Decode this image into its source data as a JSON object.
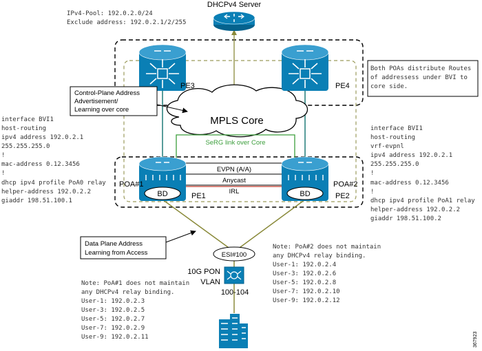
{
  "dhcp_server_label": "DHCPv4 Server",
  "pool_lines": [
    "IPv4-Pool: 192.0.2.0/24",
    "Exclude address: 192.0.2.1/2/255"
  ],
  "note_routes_lines": [
    "Both POAs distribute Routes",
    "of addressess under BVI to",
    "core side."
  ],
  "control_plane_lines": [
    "Control-Plane Address",
    "Advertisement/",
    "Learning over core"
  ],
  "data_plane_lines": [
    "Data Plane Address",
    "Learning from Access"
  ],
  "mpls_label": "MPLS Core",
  "serg_label": "SeRG link over Core",
  "evpn_label": "EVPN (A/A)",
  "anycast_label": "Anycast",
  "irl_label": "IRL",
  "pe_labels": {
    "pe3": "PE3",
    "pe4": "PE4",
    "pe1": "PE1",
    "pe2": "PE2"
  },
  "poa_labels": {
    "poa1": "POA#1",
    "poa2": "POA#2"
  },
  "bd_label": "BD",
  "esi_label": "ESI#100",
  "pon_lines": [
    "10G PON",
    "VLAN",
    "100-104"
  ],
  "config_left": [
    "interface BVI1",
    "  host-routing",
    "  ipv4 address 192.0.2.1",
    "  255.255.255.0",
    "  !",
    "  mac-address 0.12.3456",
    "  !",
    "  dhcp ipv4 profile PoA0 relay",
    "  helper-address 192.0.2.2",
    " giaddr 198.51.100.1"
  ],
  "config_right": [
    "interface BVI1",
    "  host-routing",
    "  vrf-evpnl",
    "  ipv4 address 192.0.2.1",
    "  255.255.255.0",
    "  !",
    "  mac-address 0.12.3456",
    "  !",
    "  dhcp ipv4 profile PoA1 relay",
    "  helper-address 192.0.2.2",
    " giaddr 198.51.100.2"
  ],
  "note_poa1_lines": [
    "Note: PoA#1 does not maintain",
    "any DHCPv4 relay binding.",
    "User-1: 192.0.2.3",
    "User-3: 192.0.2.5",
    "User-5: 192.0.2.7",
    "User-7: 192.0.2.9",
    "User-9: 192.0.2.11"
  ],
  "note_poa2_lines": [
    "Note: PoA#2 does not maintain",
    "any DHCPv4 relay binding.",
    "User-1: 192.0.2.4",
    "User-3: 192.0.2.6",
    "User-5: 192.0.2.8",
    "User-7: 192.0.2.10",
    "User-9: 192.0.2.12"
  ],
  "figure_id": "367923",
  "colors": {
    "router_blue": "#0a7fb5",
    "router_dark": "#05628d",
    "teal_link": "#1f7a78",
    "olive_link": "#8a8a3a",
    "green_link": "#3c9e3c",
    "irl_red": "#c0392b",
    "dash_olive": "#9a9a5a"
  }
}
